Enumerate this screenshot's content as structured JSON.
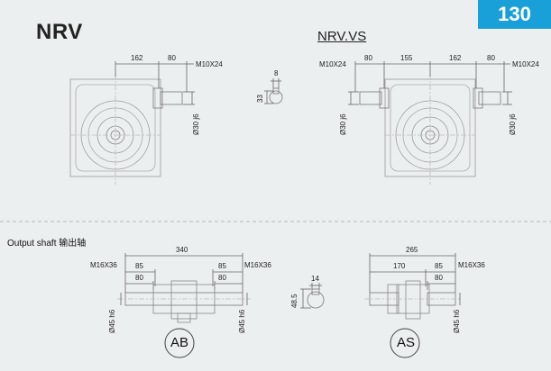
{
  "header": {
    "title_left": "NRV",
    "title_right": "NRV.VS",
    "page_number": "130"
  },
  "section": {
    "output_shaft_label": "Output shaft 输出轴"
  },
  "nrv_dims": {
    "d162": "162",
    "d80": "80",
    "thread": "M10X24",
    "shaft_dia": "Ø30 j6"
  },
  "key_dims": {
    "width": "8",
    "height": "33"
  },
  "nrvvs_dims": {
    "thread_left": "M10X24",
    "d80_left": "80",
    "d155": "155",
    "d162": "162",
    "d80_right": "80",
    "thread_right": "M10X24",
    "shaft_dia_left": "Ø30 j6",
    "shaft_dia_right": "Ø30 j6"
  },
  "ab_dims": {
    "total": "340",
    "thread_left": "M16X36",
    "thread_right": "M16X36",
    "d85_left": "85",
    "d80_left": "80",
    "d85_right": "85",
    "d80_right": "80",
    "dia_left": "Ø45 h6",
    "dia_right": "Ø45 h6",
    "label": "AB"
  },
  "key2_dims": {
    "width": "14",
    "height": "48.5"
  },
  "as_dims": {
    "total": "265",
    "d170": "170",
    "d85": "85",
    "d80": "80",
    "thread": "M16X36",
    "dia": "Ø45 h6",
    "label": "AS"
  },
  "colors": {
    "badge": "#1aa0d8",
    "line": "#555555",
    "background": "#eceff0"
  }
}
